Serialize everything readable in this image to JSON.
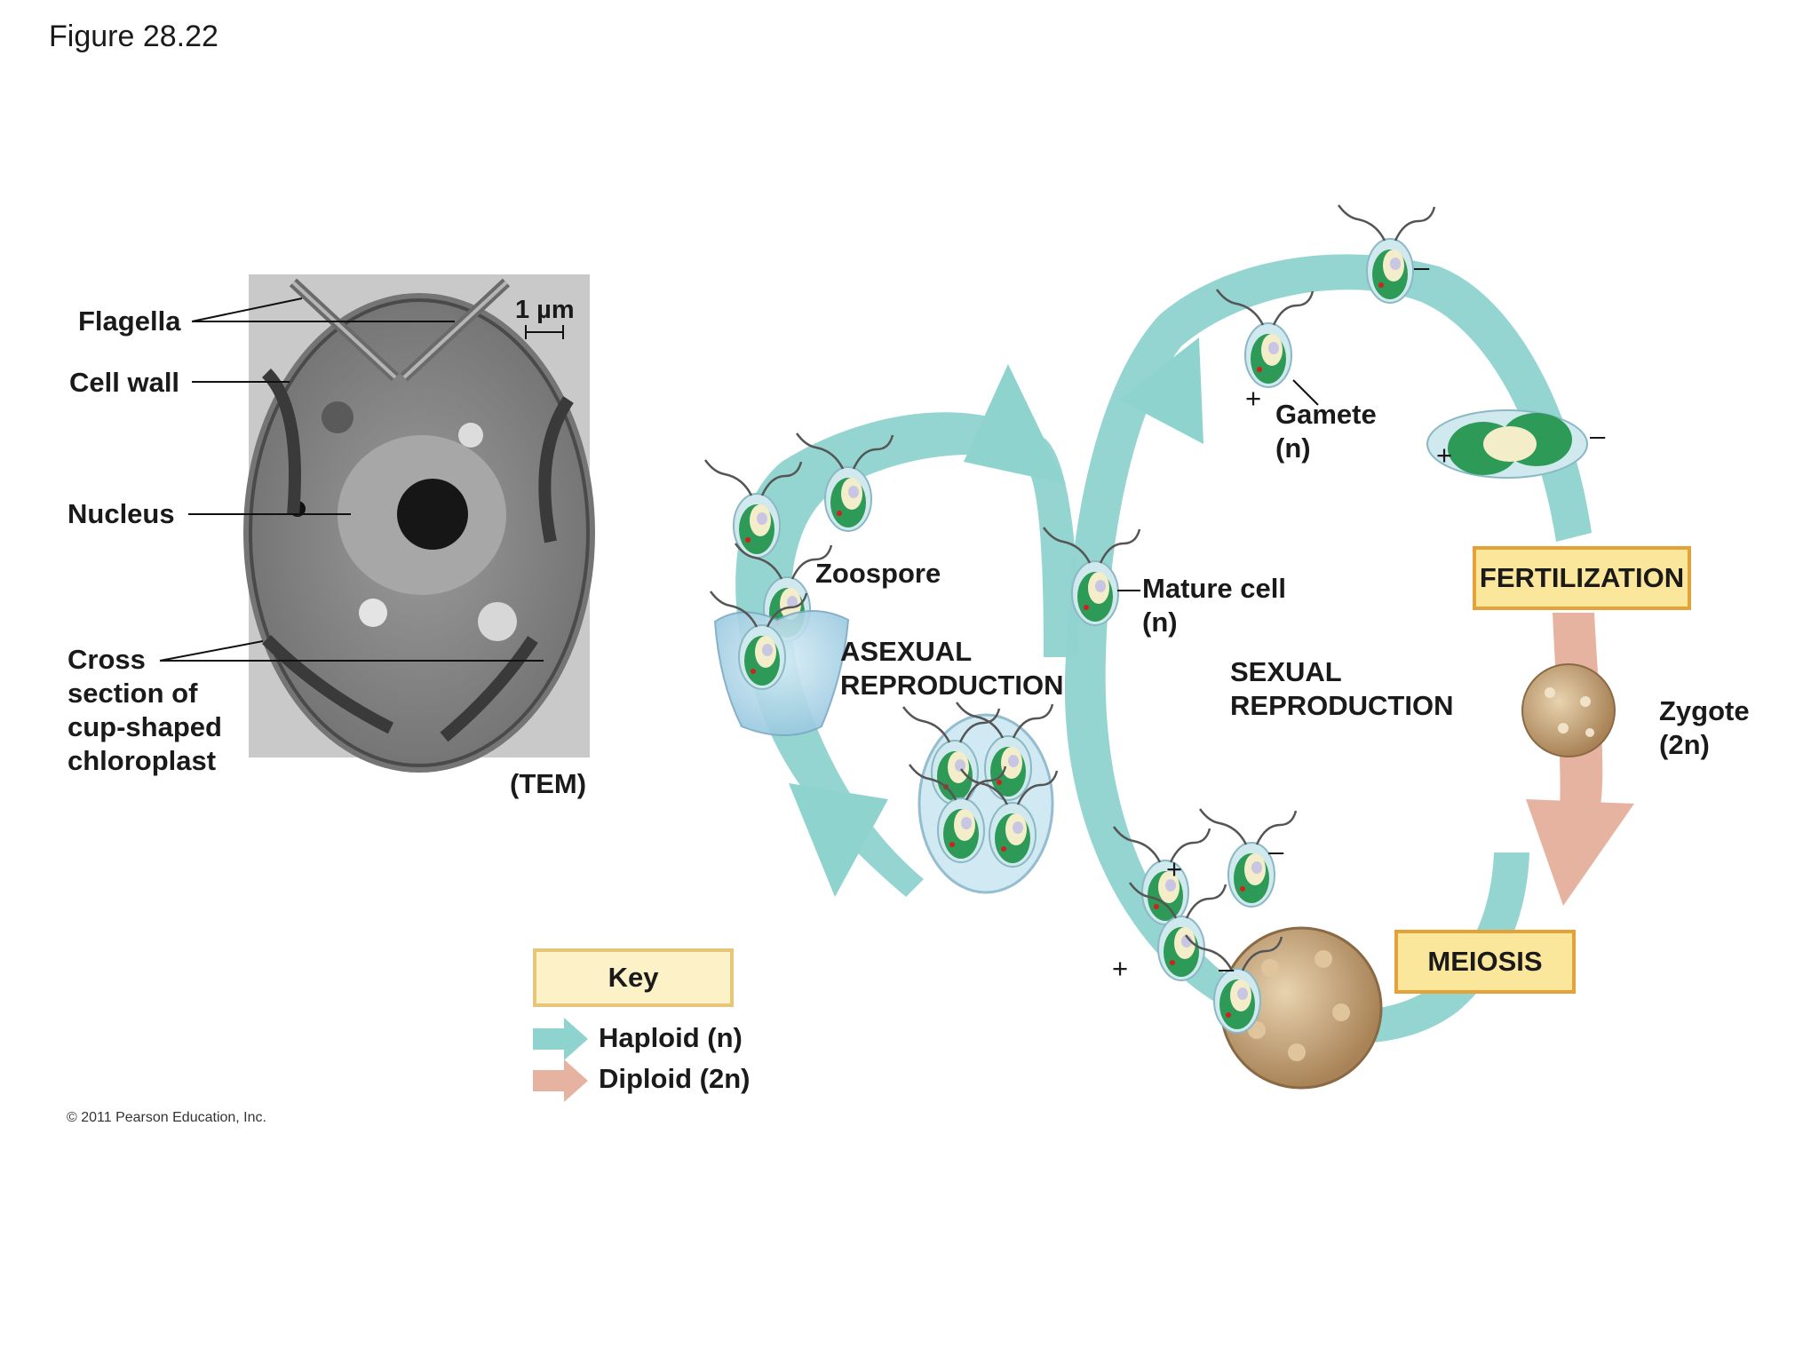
{
  "figure": {
    "title": "Figure 28.22",
    "copyright": "© 2011 Pearson Education, Inc."
  },
  "micrograph": {
    "scale_bar": "1 µm",
    "method": "(TEM)",
    "labels": {
      "flagella": "Flagella",
      "cell_wall": "Cell wall",
      "nucleus": "Nucleus",
      "chloroplast_line1": "Cross",
      "chloroplast_line2": "section of",
      "chloroplast_line3": "cup-shaped",
      "chloroplast_line4": "chloroplast"
    }
  },
  "cycle": {
    "zoospore": "Zoospore",
    "asexual_line1": "ASEXUAL",
    "asexual_line2": "REPRODUCTION",
    "mature_cell": "Mature cell",
    "mature_cell_ploidy": "(n)",
    "gamete": "Gamete",
    "gamete_ploidy": "(n)",
    "sexual_line1": "SEXUAL",
    "sexual_line2": "REPRODUCTION",
    "fertilization": "FERTILIZATION",
    "zygote": "Zygote",
    "zygote_ploidy": "(2n)",
    "meiosis": "MEIOSIS",
    "plus": "+",
    "minus": "–"
  },
  "key": {
    "title": "Key",
    "haploid": "Haploid (n)",
    "diploid": "Diploid (2n)"
  },
  "colors": {
    "haploid_arrow": "#8fd3cf",
    "diploid_arrow": "#e6b3a1",
    "box_fill": "#fbe79b",
    "box_border": "#e3a23a",
    "cell_green": "#2e9a57",
    "zygote": "#c9a97c"
  }
}
